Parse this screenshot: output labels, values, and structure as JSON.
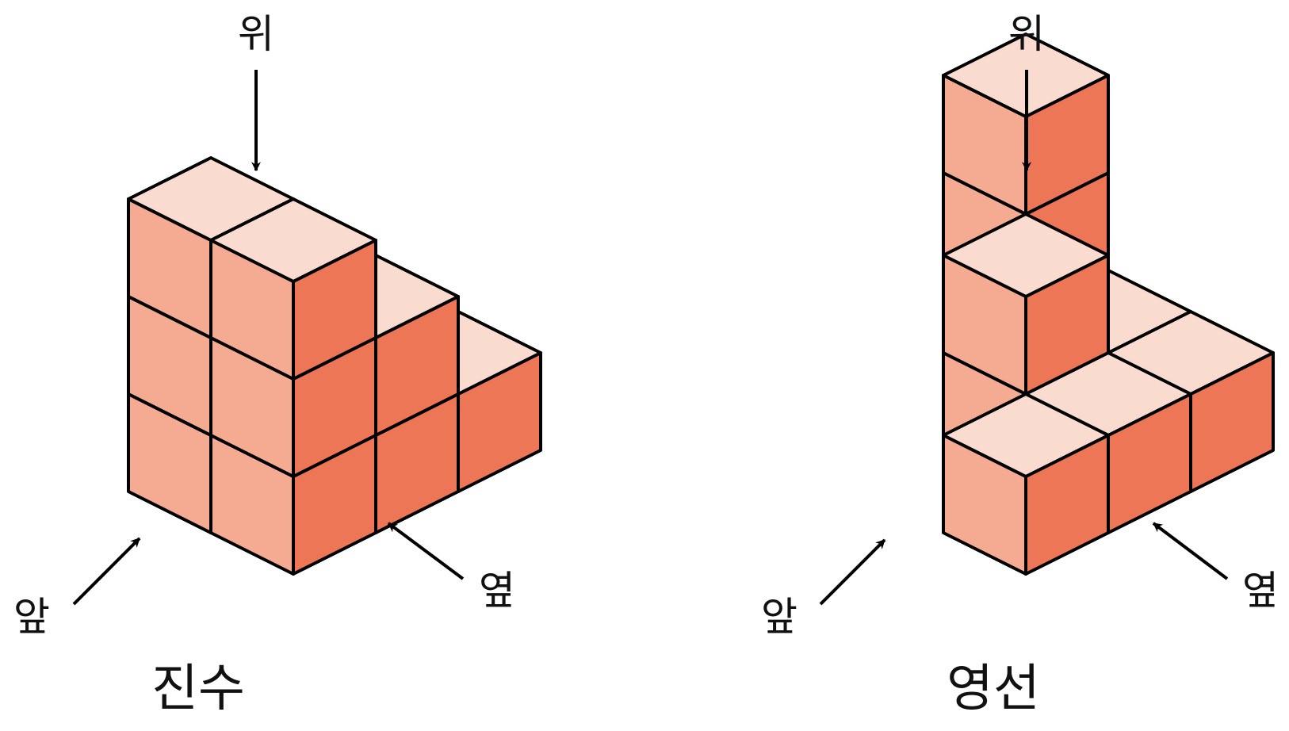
{
  "colors": {
    "top": "#f9dccf",
    "left": "#f4ab92",
    "right": "#ec7656",
    "stroke": "#000000"
  },
  "figures": [
    {
      "name": "진수",
      "labels": {
        "top": "위",
        "front": "앞",
        "side": "옆"
      },
      "columns": [
        {
          "gx": 0,
          "gy": 0,
          "h": 3
        },
        {
          "gx": 1,
          "gy": 0,
          "h": 2
        },
        {
          "gx": 2,
          "gy": 0,
          "h": 1
        },
        {
          "gx": 0,
          "gy": 1,
          "h": 3
        },
        {
          "gx": 1,
          "gy": 1,
          "h": 2
        }
      ]
    },
    {
      "name": "영선",
      "labels": {
        "top": "위",
        "front": "앞",
        "side": "옆"
      },
      "columns": [
        {
          "gx": 0,
          "gy": 0,
          "h": 1
        },
        {
          "gx": 1,
          "gy": 0,
          "h": 1
        },
        {
          "gx": 2,
          "gy": 0,
          "h": 1
        },
        {
          "gx": 1,
          "gy": 1,
          "h": 2
        },
        {
          "gx": 2,
          "gy": 1,
          "h": 1
        },
        {
          "gx": 2,
          "gy": 2,
          "h": 3
        }
      ]
    }
  ]
}
